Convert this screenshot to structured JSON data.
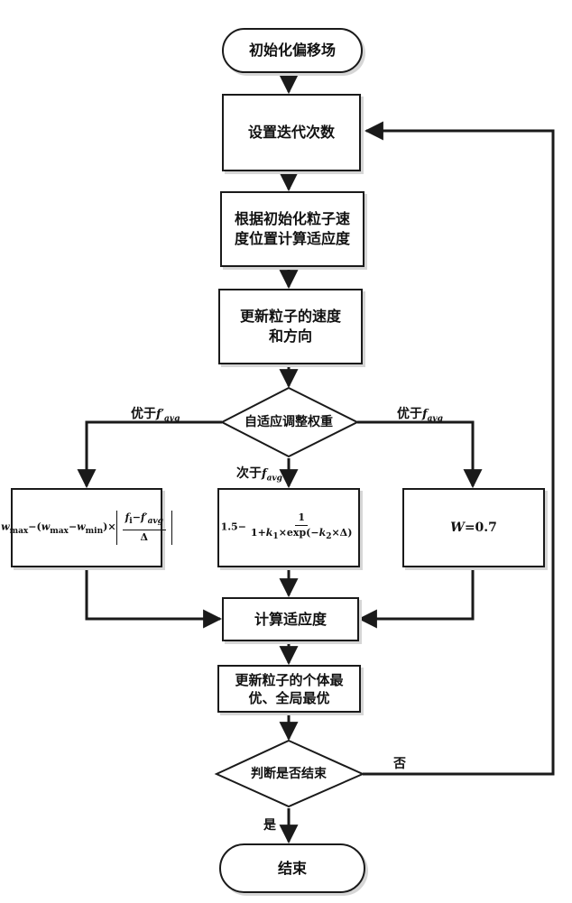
{
  "nodes": {
    "start": "初始化偏移场",
    "set_iter": "设置迭代次数",
    "calc_fitness_init": "根据初始化粒子速度位置计算适应度",
    "update_velocity": "更新粒子的速度和方向",
    "adaptive_weight": "自适应调整权重",
    "calc_fitness": "计算适应度",
    "update_best": "更新粒子的个体最优、全局最优",
    "judge_end": "判断是否结束",
    "end": "结束"
  },
  "edges": {
    "better_than_prefix": "优于",
    "second_prefix": "次于",
    "no": "否",
    "yes": "是"
  },
  "formulas": {
    "w_fixed": "W=0.7"
  },
  "colors": {
    "line": "#1a1a1a",
    "shadow": "#d6d6d6"
  }
}
